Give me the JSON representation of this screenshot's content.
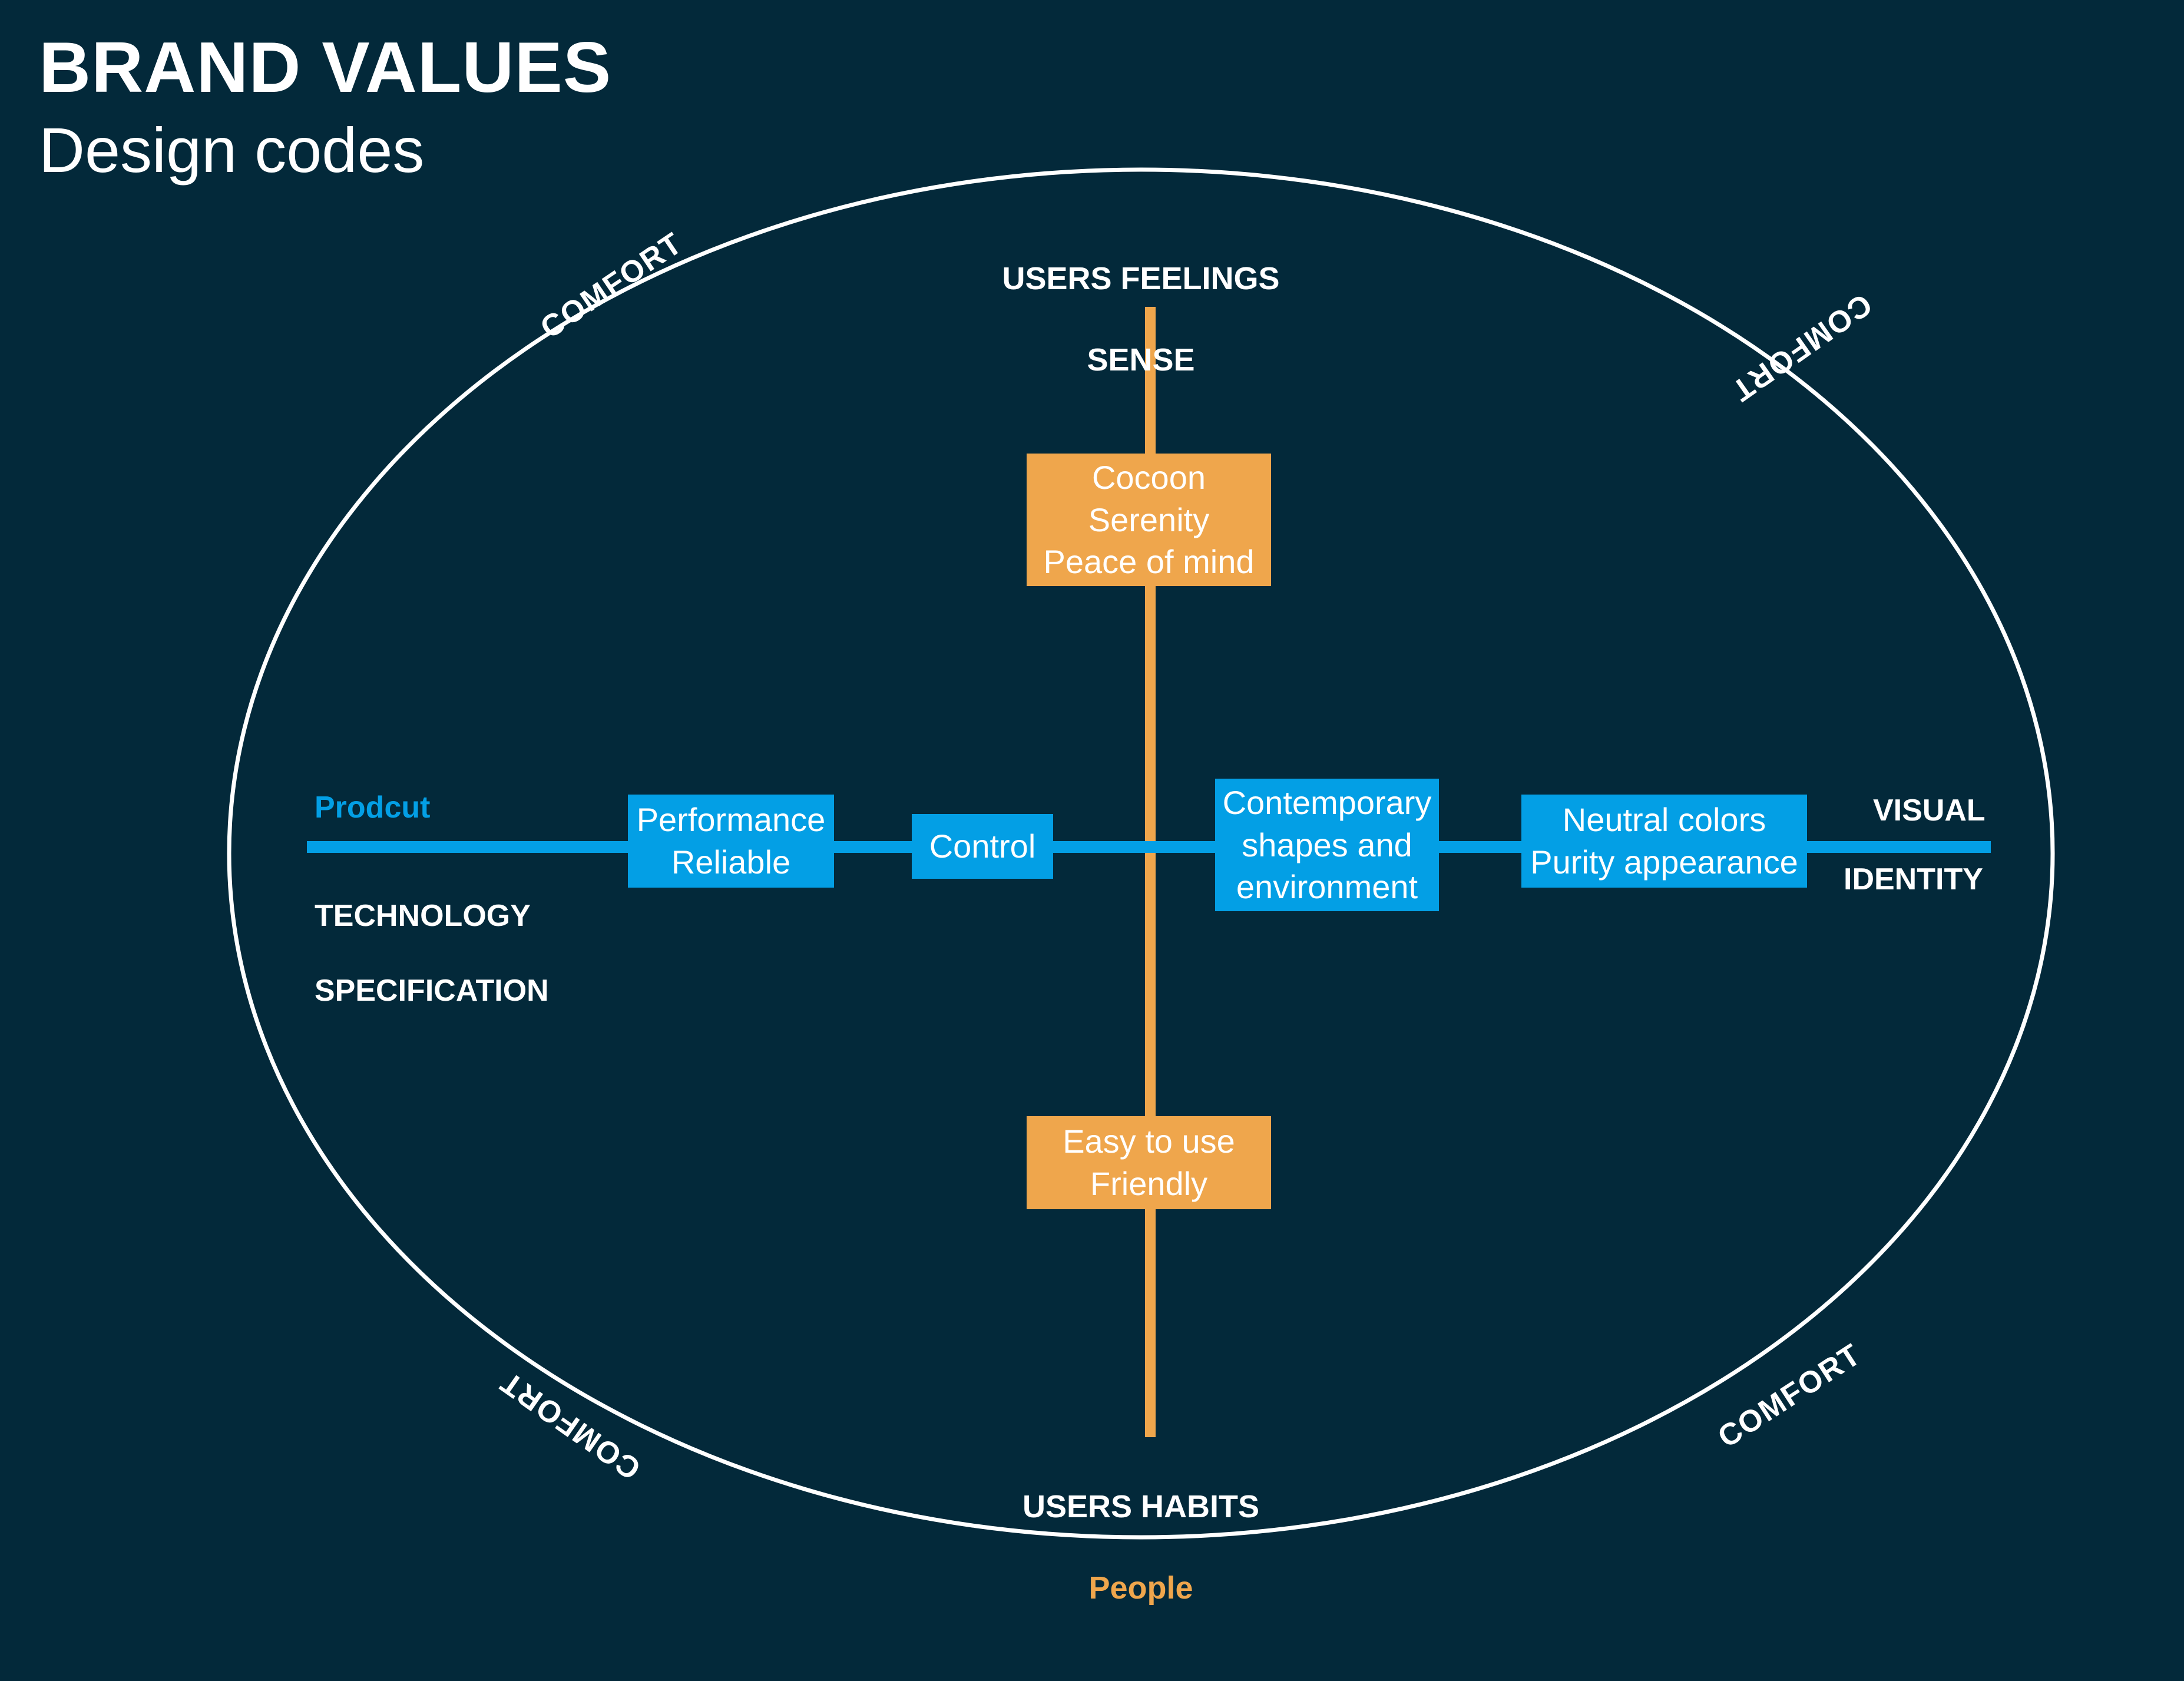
{
  "header": {
    "title": "BRAND VALUES",
    "subtitle": "Design codes"
  },
  "colors": {
    "background": "#03293A",
    "blue": "#039FE5",
    "orange": "#EFA64C",
    "white": "#FFFFFF"
  },
  "ellipse": {
    "label_repeated": "COMFORT",
    "corner_labels": [
      {
        "position": "top-left",
        "text": "COMFORT"
      },
      {
        "position": "top-right",
        "text": "COMFORT"
      },
      {
        "position": "bottom-left",
        "text": "COMFORT"
      },
      {
        "position": "bottom-right",
        "text": "COMFORT"
      }
    ]
  },
  "axes": {
    "vertical": {
      "top_label_line1": "USERS FEELINGS",
      "top_label_line2": "SENSE",
      "bottom_label_line1": "USERS HABITS",
      "bottom_label_line2": "People"
    },
    "horizontal": {
      "left_label_top": "Prodcut",
      "left_label_bottom_line1": "TECHNOLOGY",
      "left_label_bottom_line2": "SPECIFICATION",
      "right_label_top": "VISUAL",
      "right_label_bottom": "IDENTITY"
    }
  },
  "nodes": {
    "top": {
      "lines": "Cocoon\nSerenity\nPeace of mind",
      "color": "orange"
    },
    "bottom": {
      "lines": "Easy to use\nFriendly",
      "color": "orange"
    },
    "left_outer": {
      "lines": "Performance\nReliable",
      "color": "blue"
    },
    "left_inner": {
      "lines": "Control",
      "color": "blue"
    },
    "right_inner": {
      "lines": "Contemporary\nshapes and\nenvironment",
      "color": "blue"
    },
    "right_outer": {
      "lines": "Neutral colors\nPurity appearance",
      "color": "blue"
    }
  }
}
